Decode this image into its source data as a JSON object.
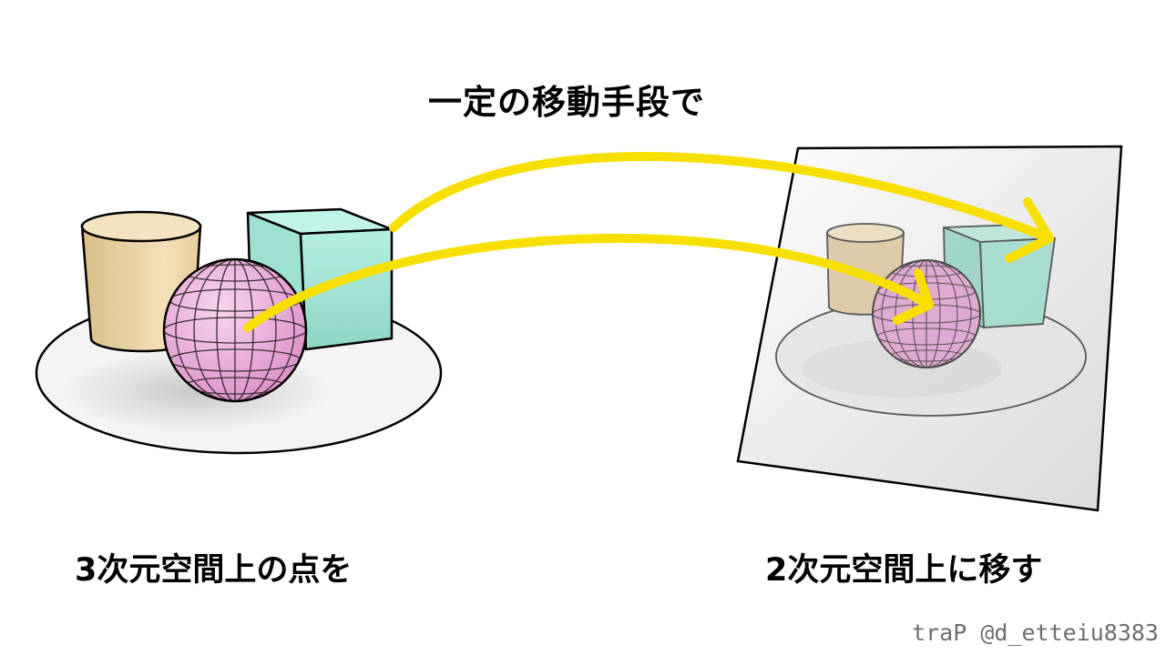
{
  "title": "一定の移動手段で",
  "left_caption": "3次元空間上の点を",
  "right_caption": "2次元空間上に移す",
  "credit": "traP @d_etteiu8383",
  "colors": {
    "arrow": "#f7df00",
    "cylinder": "#e9d3a3",
    "cube": "#a9e8d9",
    "sphere": "#ecb3dc",
    "plate": "#f0f0f0",
    "screen": "#ececec",
    "outline": "#000000"
  }
}
